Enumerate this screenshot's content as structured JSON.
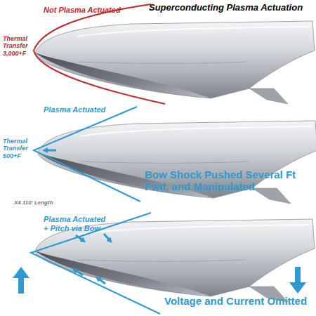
{
  "diagram": {
    "title": "Superconducting Plasma Actuation",
    "labels": [
      "Not Plasma Actuated",
      "Thermal Transfer 3,000+F",
      "Plasma Actuated",
      "Thermal Transfer 500+F",
      "Bow Shock Pushed Several Ft Fwd, and Manipulated",
      "X4 110' Length",
      "Plasma Actuated + Pitch via Bow",
      "Voltage and Current Omitted"
    ]
  }
}
